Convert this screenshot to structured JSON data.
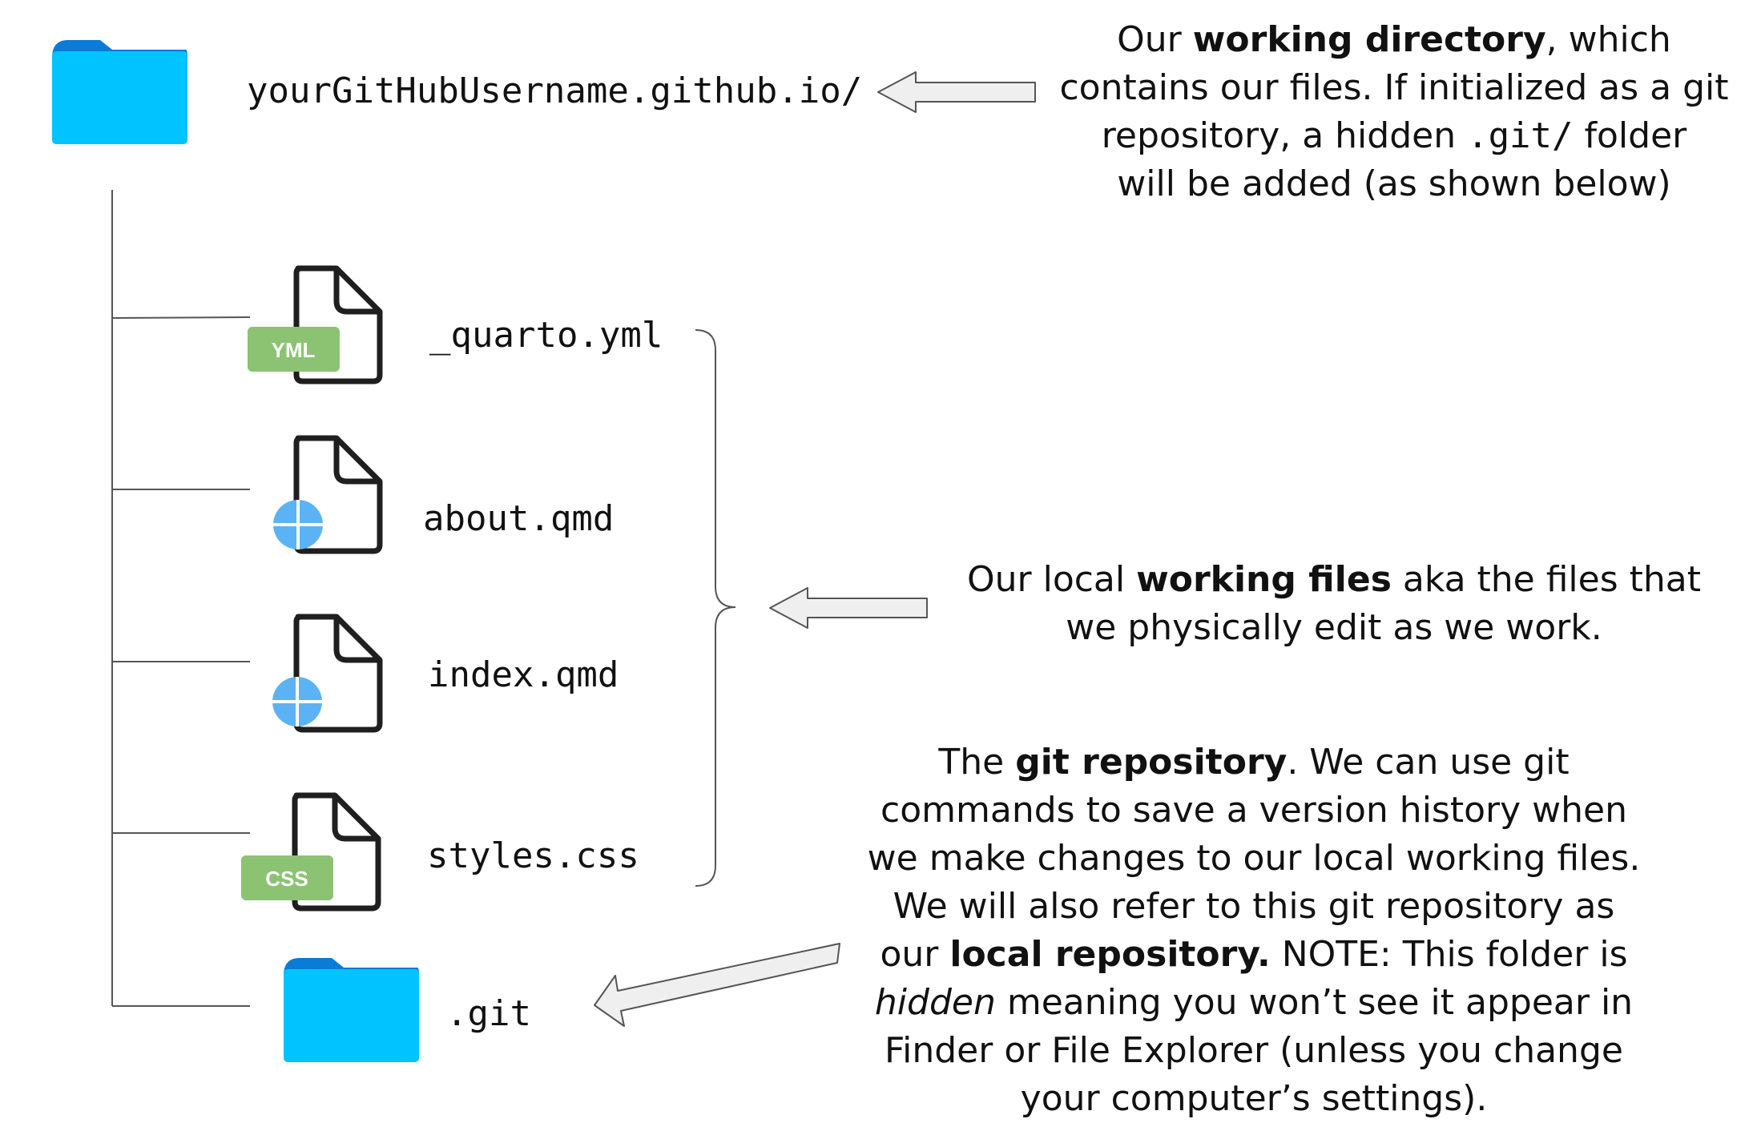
{
  "root_folder": {
    "icon": "folder-icon",
    "label": "yourGitHubUsername.github.io/",
    "color": "#00C3FF",
    "tab_color": "#0A7BD6"
  },
  "files": [
    {
      "name": "_quarto.yml",
      "icon": "yml-file-icon",
      "badge": "YML",
      "badge_color": "#8BC373"
    },
    {
      "name": "about.qmd",
      "icon": "quarto-file-icon"
    },
    {
      "name": "index.qmd",
      "icon": "quarto-file-icon"
    },
    {
      "name": "styles.css",
      "icon": "css-file-icon",
      "badge": "CSS",
      "badge_color": "#8BC373"
    }
  ],
  "git_folder": {
    "icon": "folder-icon",
    "label": ".git",
    "color": "#00C3FF",
    "tab_color": "#0A7BD6"
  },
  "notes": {
    "working_directory": {
      "l1_a": "Our ",
      "l1_b": "working directory",
      "l1_c": ", which",
      "l2": "contains our files. If initialized as a git",
      "l3_a": "repository, a hidden ",
      "l3_code": ".git/",
      "l3_c": " folder",
      "l4": "will be added (as shown below)"
    },
    "working_files": {
      "l1_a": "Our local ",
      "l1_b": "working files",
      "l1_c": " aka the files that",
      "l2": "we physically edit as we work."
    },
    "git_repository": {
      "l1_a": "The ",
      "l1_b": "git repository",
      "l1_c": ". We can use git",
      "l2": "commands to save a version history when",
      "l3": "we make changes to our local working files.",
      "l4": "We will also refer to this git repository as",
      "l5_a": "our ",
      "l5_b": "local repository.",
      "l5_c": " NOTE: This folder is",
      "l6_a": "hidden",
      "l6_b": " meaning you won’t see it appear in",
      "l7": "Finder or File Explorer (unless you change",
      "l8": "your computer’s settings)."
    }
  },
  "colors": {
    "arrow_fill": "#EFEFEF",
    "arrow_stroke": "#555555",
    "quarto_icon": "#5BB3F5"
  }
}
